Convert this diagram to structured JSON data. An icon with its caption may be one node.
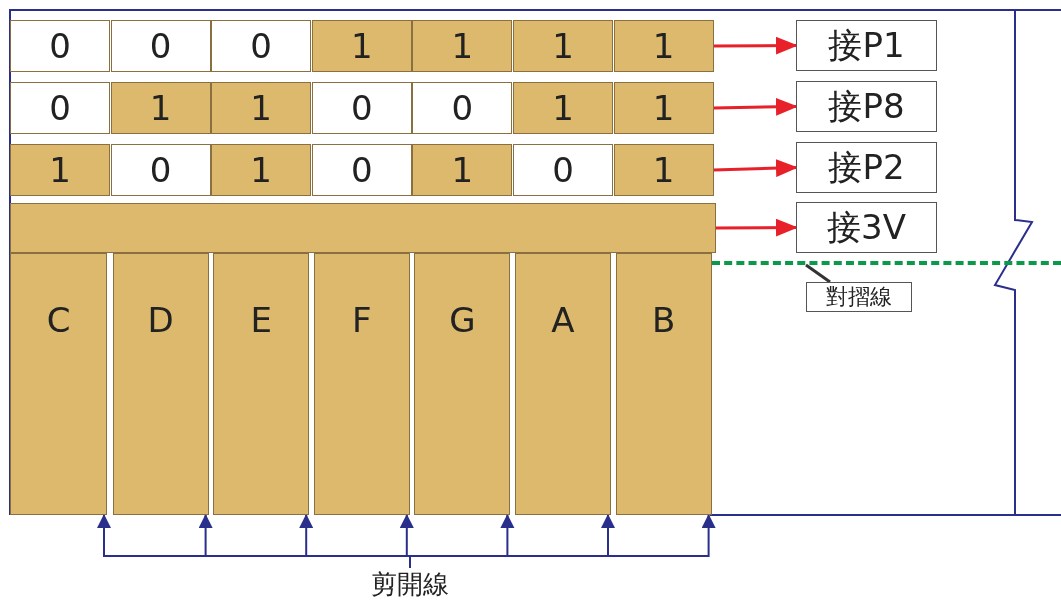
{
  "diagram": {
    "nodes": [
      {
        "text": [
          "0"
        ]
      },
      {
        "text": [
          "0"
        ]
      },
      {
        "text": [
          "0"
        ]
      },
      {
        "text": [
          "1"
        ]
      },
      {
        "text": [
          "1"
        ]
      },
      {
        "text": [
          "1"
        ]
      },
      {
        "text": [
          "1"
        ]
      },
      {
        "text": [
          "接P1"
        ]
      },
      {
        "text": [
          "0"
        ]
      },
      {
        "text": [
          "1"
        ]
      },
      {
        "text": [
          "1"
        ]
      },
      {
        "text": [
          "0"
        ]
      },
      {
        "text": [
          "0"
        ]
      },
      {
        "text": [
          "1"
        ]
      },
      {
        "text": [
          "1"
        ]
      },
      {
        "text": [
          "接P8"
        ]
      },
      {
        "text": [
          "1"
        ]
      },
      {
        "text": [
          "0"
        ]
      },
      {
        "text": [
          "1"
        ]
      },
      {
        "text": [
          "0"
        ]
      },
      {
        "text": [
          "1"
        ]
      },
      {
        "text": [
          "0"
        ]
      },
      {
        "text": [
          "1"
        ]
      },
      {
        "text": [
          "接P2"
        ]
      },
      {
        "text": [],
        "shape": "bar"
      },
      {
        "text": [
          "接3V"
        ]
      },
      {
        "text": [
          "C"
        ]
      },
      {
        "text": [
          "D"
        ]
      },
      {
        "text": [
          "E"
        ]
      },
      {
        "text": [
          "F"
        ]
      },
      {
        "text": [
          "G"
        ]
      },
      {
        "text": [
          "A"
        ]
      },
      {
        "text": [
          "B"
        ]
      },
      {
        "text": [
          "對摺線"
        ]
      },
      {
        "text": [],
        "shape": "line"
      },
      {
        "text": [
          "剪開線"
        ]
      }
    ],
    "edges": [
      {
        "from": 6,
        "to": 7,
        "arrow": "to",
        "color": "#e8202a"
      },
      {
        "from": 14,
        "to": 15,
        "arrow": "to",
        "color": "#e8202a"
      },
      {
        "from": 22,
        "to": 23,
        "arrow": "to",
        "color": "#e8202a"
      },
      {
        "from": 24,
        "to": 25,
        "arrow": "to",
        "color": "#e8202a"
      },
      {
        "from": 33,
        "to": 34,
        "arrow": "none",
        "color": "#333333"
      },
      {
        "from": 35,
        "to": 26,
        "arrow": "to",
        "color": "#2b2f8c"
      },
      {
        "from": 35,
        "to": 27,
        "arrow": "to",
        "color": "#2b2f8c"
      },
      {
        "from": 35,
        "to": 28,
        "arrow": "to",
        "color": "#2b2f8c"
      },
      {
        "from": 35,
        "to": 29,
        "arrow": "to",
        "color": "#2b2f8c"
      },
      {
        "from": 35,
        "to": 30,
        "arrow": "to",
        "color": "#2b2f8c"
      },
      {
        "from": 35,
        "to": 31,
        "arrow": "to",
        "color": "#2b2f8c"
      },
      {
        "from": 35,
        "to": 32,
        "arrow": "to",
        "color": "#2b2f8c"
      }
    ]
  }
}
